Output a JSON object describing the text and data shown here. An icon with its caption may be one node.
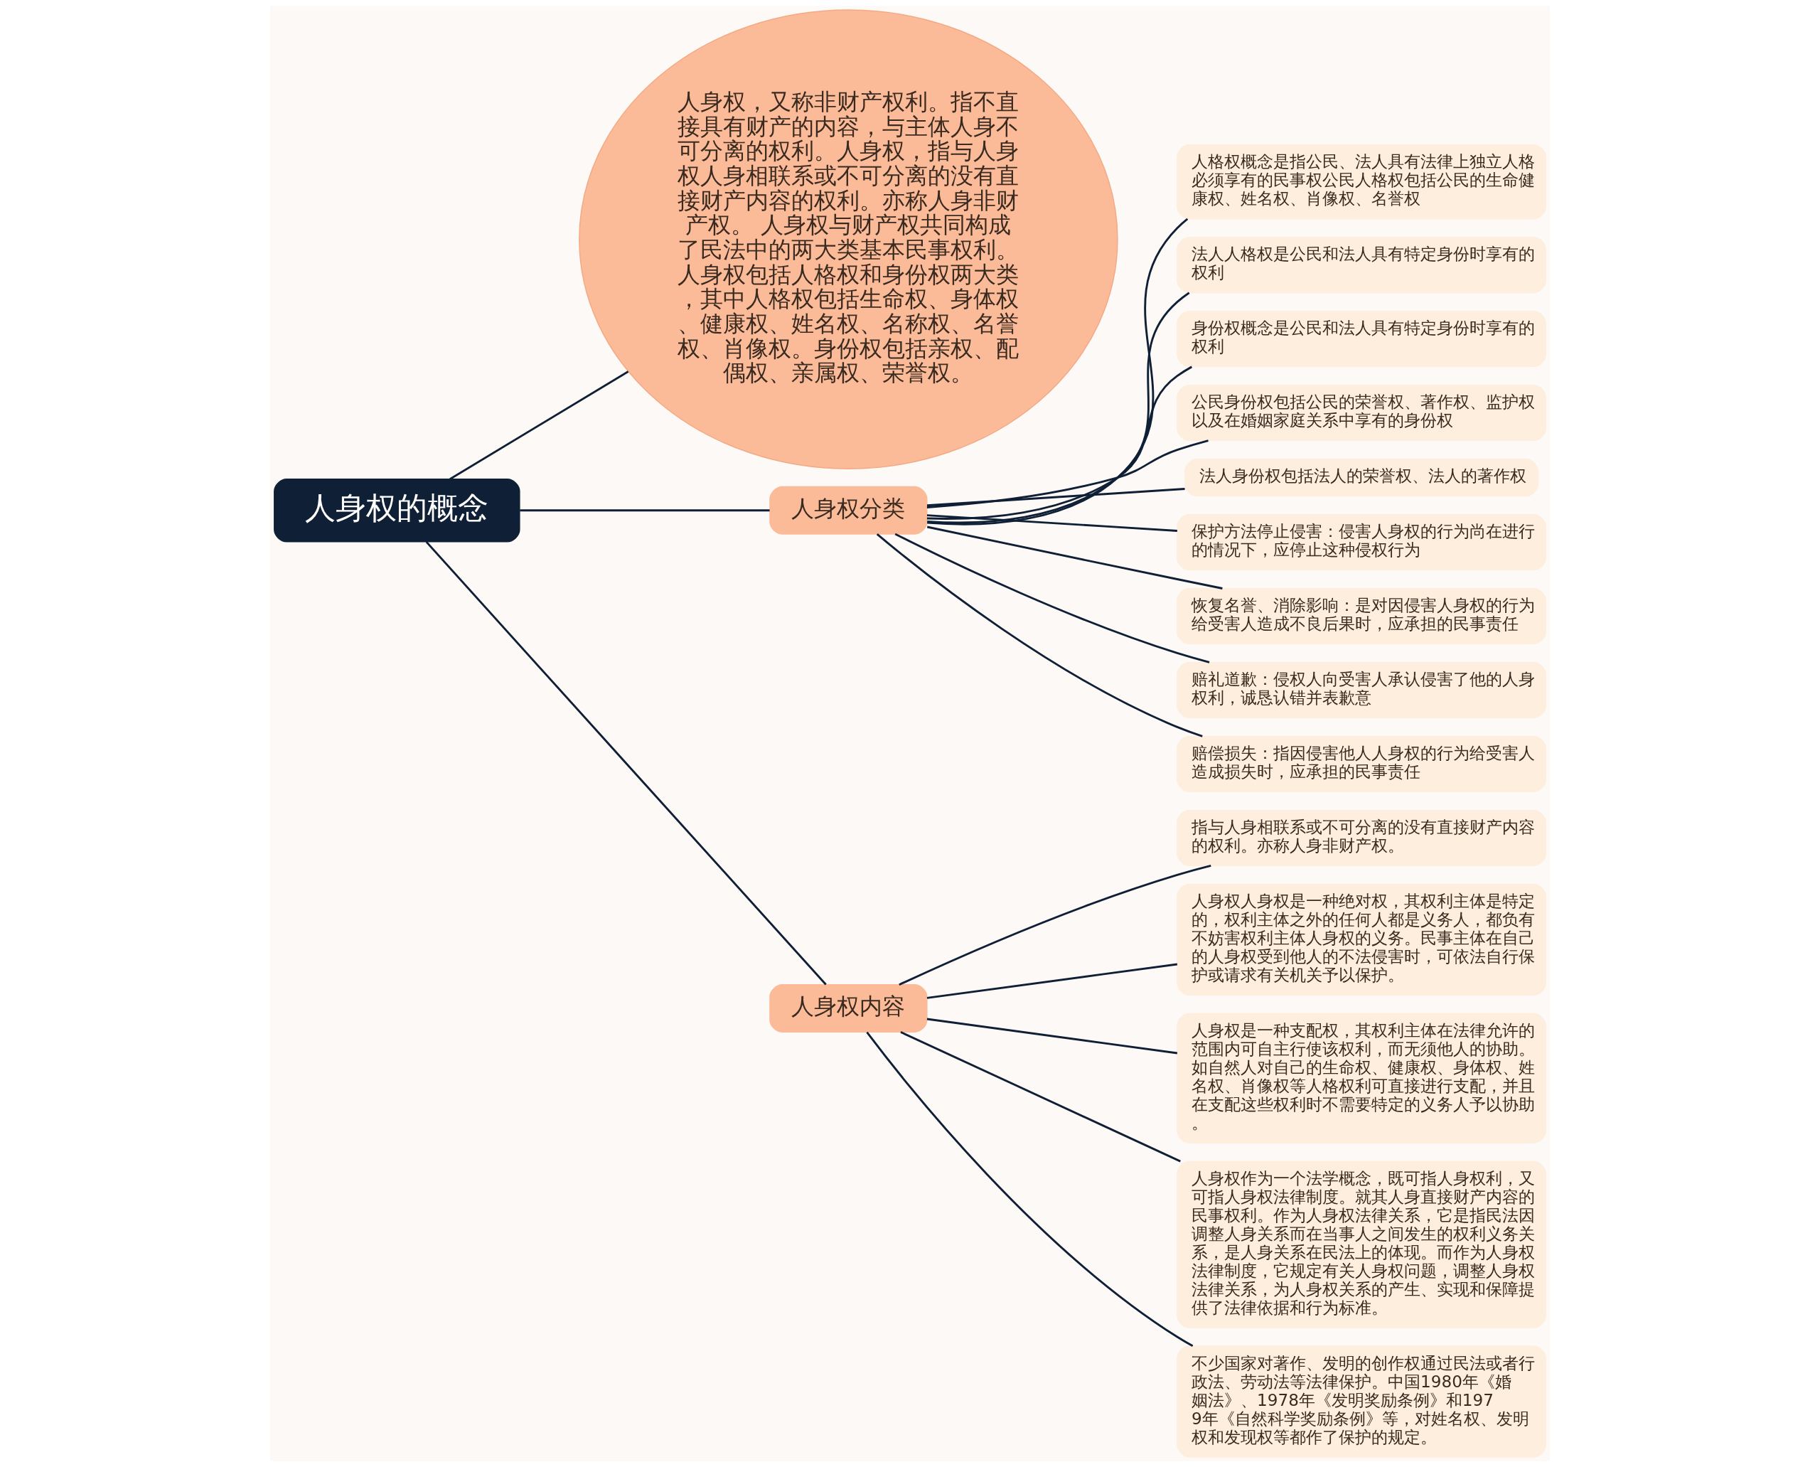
{
  "diagram": {
    "nodes": [
      {
        "text": [
          "人身权的概念"
        ]
      },
      {
        "text": [
          "人身权，又称非财产权利。指不直接具有财产的内容，与主体人身不可分离的权利。人身权，指与人身权人身相联系或不可分离的没有直接财产内容的权利。亦称人身非财产权。 人身权与财产权共同构成了民法中的两大类基本民事权利。人身权包括人格权和身份权两大类，其中人格权包括生命权、身体权、健康权、姓名权、名称权、名誉权、肖像权。身份权包括亲权、配偶权、亲属权、荣誉权。"
        ]
      },
      {
        "text": [
          "人身权分类"
        ]
      },
      {
        "text": [
          "人格权概念是指公民、法人具有法律上独立人格必须享有的民事权公民人格权包括公民的生命健康权、姓名权、肖像权、名誉权"
        ]
      },
      {
        "text": [
          "法人人格权是公民和法人具有特定身份时享有的权利"
        ]
      },
      {
        "text": [
          "身份权概念是公民和法人具有特定身份时享有的权利"
        ]
      },
      {
        "text": [
          "公民身份权包括公民的荣誉权、著作权、监护权以及在婚姻家庭关系中享有的身份权"
        ]
      },
      {
        "text": [
          "法人身份权包括法人的荣誉权、法人的著作权"
        ]
      },
      {
        "text": [
          "保护方法停止侵害：侵害人身权的行为尚在进行的情况下，应停止这种侵权行为"
        ]
      },
      {
        "text": [
          "恢复名誉、消除影响：是对因侵害人身权的行为给受害人造成不良后果时，应承担的民事责任"
        ]
      },
      {
        "text": [
          "赔礼道歉：侵权人向受害人承认侵害了他的人身权利，诚恳认错并表歉意"
        ]
      },
      {
        "text": [
          "赔偿损失：指因侵害他人人身权的行为给受害人造成损失时，应承担的民事责任"
        ]
      },
      {
        "text": [
          "人身权内容"
        ]
      },
      {
        "text": [
          "指与人身相联系或不可分离的没有直接财产内容的权利。亦称人身非财产权。"
        ]
      },
      {
        "text": [
          "人身权人身权是一种绝对权，其权利主体是特定的，权利主体之外的任何人都是义务人，都负有不妨害权利主体人身权的义务。民事主体在自己的人身权受到他人的不法侵害时，可依法自行保护或请求有关机关予以保护。"
        ]
      },
      {
        "text": [
          "人身权是一种支配权，其权利主体在法律允许的范围内可自主行使该权利，而无须他人的协助。如自然人对自己的生命权、健康权、身体权、姓名权、肖像权等人格权利可直接进行支配，并且在支配这些权利时不需要特定的义务人予以协助。"
        ]
      },
      {
        "text": [
          "人身权作为一个法学概念，既可指人身权利，又可指人身权法律制度。就其人身直接财产内容的民事权利。作为人身权法律关系，它是指民法因调整人身关系而在当事人之间发生的权利义务关系，是人身关系在民法上的体现。而作为人身权法律制度，它规定有关人身权问题，调整人身权法律关系，为人身权关系的产生、实现和保障提供了法律依据和行为标准。"
        ]
      },
      {
        "text": [
          "不少国家对著作、发明的创作权通过民法或者行政法、劳动法等法律保护。中国1980年《婚姻法》、1978年《发明奖励条例》和1979年《自然科学奖励条例》等，对姓名权、发明权和发现权等都作了保护的规定。"
        ]
      }
    ],
    "edges": [
      {
        "from": 0,
        "to": 1,
        "arrow": "none"
      },
      {
        "from": 0,
        "to": 2,
        "arrow": "none"
      },
      {
        "from": 2,
        "to": 3,
        "arrow": "none"
      },
      {
        "from": 2,
        "to": 4,
        "arrow": "none"
      },
      {
        "from": 2,
        "to": 5,
        "arrow": "none"
      },
      {
        "from": 2,
        "to": 6,
        "arrow": "none"
      },
      {
        "from": 2,
        "to": 7,
        "arrow": "none"
      },
      {
        "from": 2,
        "to": 8,
        "arrow": "none"
      },
      {
        "from": 2,
        "to": 9,
        "arrow": "none"
      },
      {
        "from": 2,
        "to": 10,
        "arrow": "none"
      },
      {
        "from": 2,
        "to": 11,
        "arrow": "none"
      },
      {
        "from": 0,
        "to": 12,
        "arrow": "none"
      },
      {
        "from": 12,
        "to": 13,
        "arrow": "none"
      },
      {
        "from": 12,
        "to": 14,
        "arrow": "none"
      },
      {
        "from": 12,
        "to": 15,
        "arrow": "none"
      },
      {
        "from": 12,
        "to": 16,
        "arrow": "none"
      },
      {
        "from": 12,
        "to": 17,
        "arrow": "none"
      }
    ]
  }
}
